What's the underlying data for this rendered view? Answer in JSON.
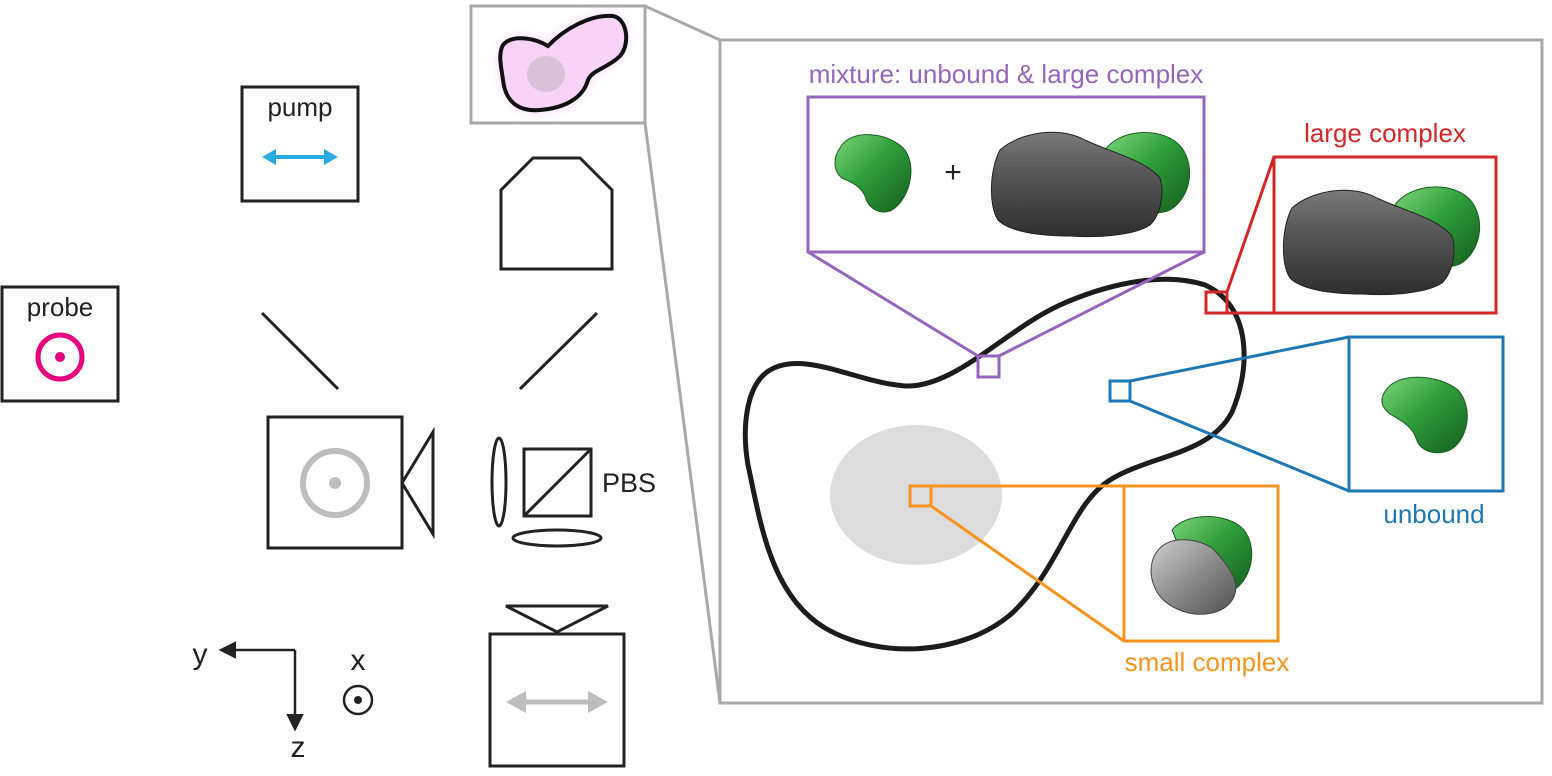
{
  "labels": {
    "pump": "pump",
    "probe": "probe",
    "pbs": "PBS",
    "axis_y": "y",
    "axis_z": "z",
    "axis_x": "x",
    "mixture": "mixture: unbound & large complex",
    "plus": "+",
    "large_complex": "large complex",
    "unbound": "unbound",
    "small_complex": "small complex"
  },
  "colors": {
    "pump_arrow": "#29abe2",
    "probe": "#e6007e",
    "mixture": "#9467bd",
    "large_complex": "#d62728",
    "unbound": "#1f77b4",
    "small_complex": "#f7941d",
    "outline_gray": "#a8a8a8",
    "nucleus": "#dcdcdc",
    "cell_glow": "#f7d4f7",
    "protein_green": "#2e9b3a",
    "complex_dark_gray": "#555555",
    "complex_light_gray": "#8a8a8a"
  },
  "icons": [
    "double-arrow-icon",
    "dot-in-circle-icon",
    "camera-icon",
    "objective-icon",
    "mirror-icon",
    "lens-icon",
    "beam-splitter-icon",
    "cell-icon",
    "green-protein-icon",
    "gray-complex-icon"
  ]
}
